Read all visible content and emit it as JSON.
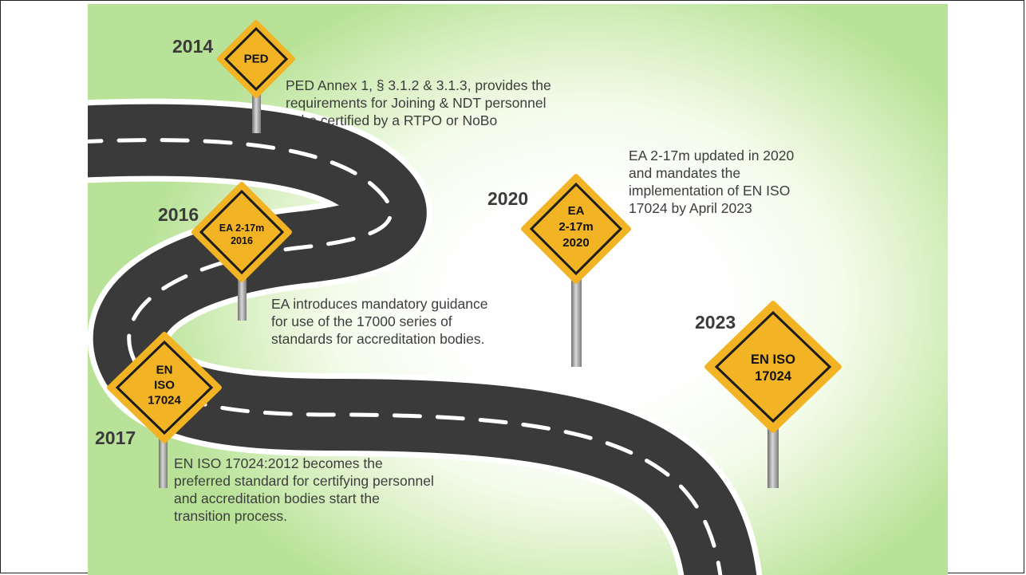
{
  "milestones": [
    {
      "year": "2014",
      "sign": "PED",
      "text": "PED Annex 1, § 3.1.2 & 3.1.3,  provides the\nrequirements for Joining & NDT personnel\nto be certified by a RTPO or NoBo"
    },
    {
      "year": "2016",
      "sign": "EA 2-17m\n2016",
      "text": "EA introduces mandatory guidance\nfor use of the 17000 series of\nstandards for accreditation bodies."
    },
    {
      "year": "2017",
      "sign": "EN\nISO\n17024",
      "text": "EN ISO 17024:2012 becomes the\npreferred standard for certifying personnel\nand accreditation bodies start the\ntransition process."
    },
    {
      "year": "2020",
      "sign": "EA\n2-17m\n2020",
      "text": "EA 2-17m updated in 2020\nand mandates the\nimplementation of EN ISO\n17024 by April 2023"
    },
    {
      "year": "2023",
      "sign": "EN ISO\n17024",
      "text": ""
    }
  ],
  "colors": {
    "road": "#3a3a3a",
    "road_edge": "#ffffff",
    "sign_fill": "#f2b324",
    "sign_border": "#1c1c1c",
    "pole": "#9a9a9a",
    "background_green": "#b7e297"
  }
}
